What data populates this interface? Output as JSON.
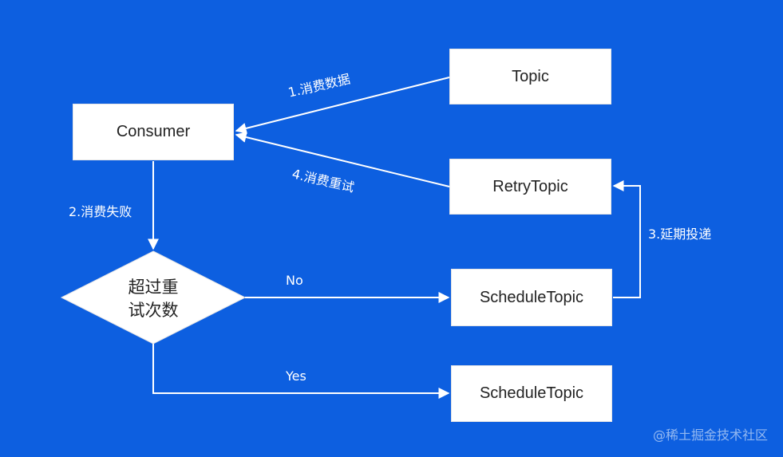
{
  "nodes": {
    "topic": "Topic",
    "consumer": "Consumer",
    "retry_topic": "RetryTopic",
    "schedule_topic_no": "ScheduleTopic",
    "schedule_topic_yes": "ScheduleTopic",
    "decision_line1": "超过重",
    "decision_line2": "试次数"
  },
  "edges": {
    "consume": "1.消费数据",
    "fail": "2.消费失败",
    "delay": "3.延期投递",
    "retry": "4.消费重试",
    "no": "No",
    "yes": "Yes"
  },
  "watermark": "@稀土掘金技术社区",
  "colors": {
    "background": "#0d5fe0",
    "box": "#ffffff",
    "line": "#ffffff"
  }
}
